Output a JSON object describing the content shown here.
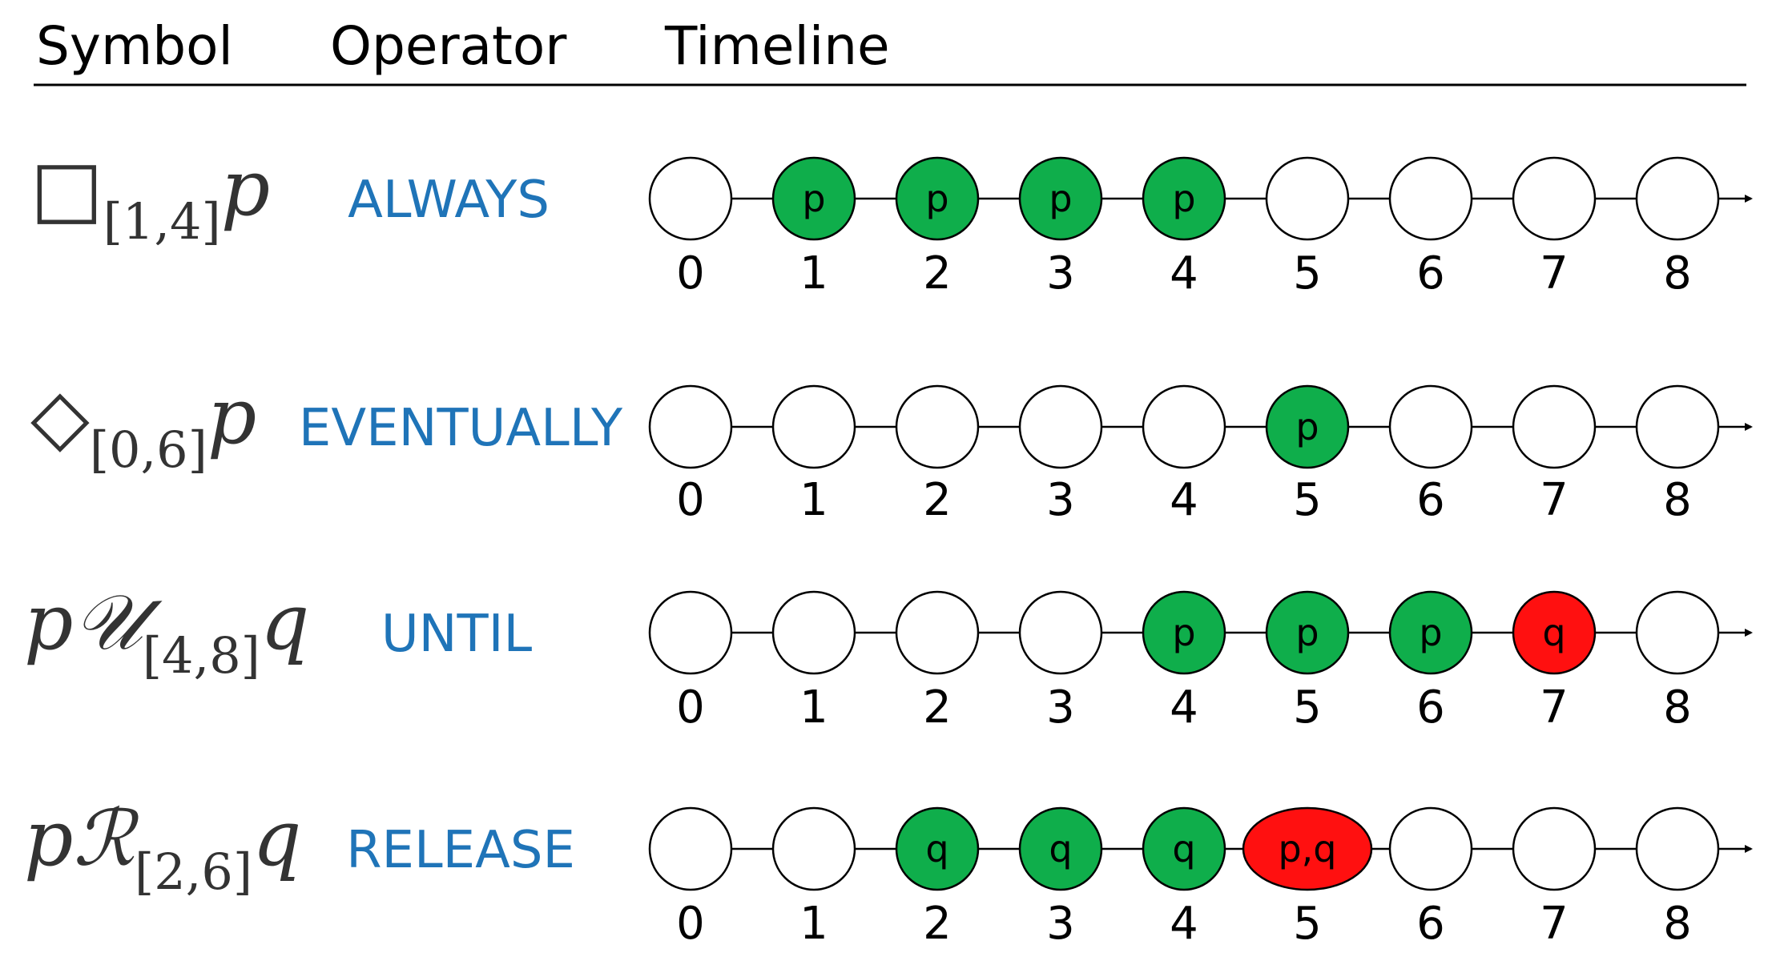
{
  "header": {
    "symbol": "Symbol",
    "operator": "Operator",
    "timeline": "Timeline"
  },
  "colors": {
    "green": "#0fae4b",
    "red": "#ff1010",
    "operator_text": "#1f74b8",
    "outline": "#000000"
  },
  "ticks": [
    "0",
    "1",
    "2",
    "3",
    "4",
    "5",
    "6",
    "7",
    "8"
  ],
  "rows": [
    {
      "id": "always",
      "operator": "ALWAYS",
      "symbol": {
        "pre": "",
        "op": "□",
        "sub": "[1,4]",
        "post": "p"
      },
      "nodes": [
        "",
        "p",
        "p",
        "p",
        "p",
        "",
        "",
        "",
        ""
      ],
      "colors": [
        "white",
        "green",
        "green",
        "green",
        "green",
        "white",
        "white",
        "white",
        "white"
      ]
    },
    {
      "id": "eventually",
      "operator": "EVENTUALLY",
      "symbol": {
        "pre": "",
        "op": "◇",
        "sub": "[0,6]",
        "post": "p"
      },
      "nodes": [
        "",
        "",
        "",
        "",
        "",
        "p",
        "",
        "",
        ""
      ],
      "colors": [
        "white",
        "white",
        "white",
        "white",
        "white",
        "green",
        "white",
        "white",
        "white"
      ]
    },
    {
      "id": "until",
      "operator": "UNTIL",
      "symbol": {
        "pre": "p",
        "op": "𝒰",
        "sub": "[4,8]",
        "post": "q"
      },
      "nodes": [
        "",
        "",
        "",
        "",
        "p",
        "p",
        "p",
        "q",
        ""
      ],
      "colors": [
        "white",
        "white",
        "white",
        "white",
        "green",
        "green",
        "green",
        "red",
        "white"
      ]
    },
    {
      "id": "release",
      "operator": "RELEASE",
      "symbol": {
        "pre": "p",
        "op": "ℛ",
        "sub": "[2,6]",
        "post": "q"
      },
      "nodes": [
        "",
        "",
        "q",
        "q",
        "q",
        "p,q",
        "",
        "",
        ""
      ],
      "colors": [
        "white",
        "white",
        "green",
        "green",
        "green",
        "red",
        "white",
        "white",
        "white"
      ]
    }
  ]
}
